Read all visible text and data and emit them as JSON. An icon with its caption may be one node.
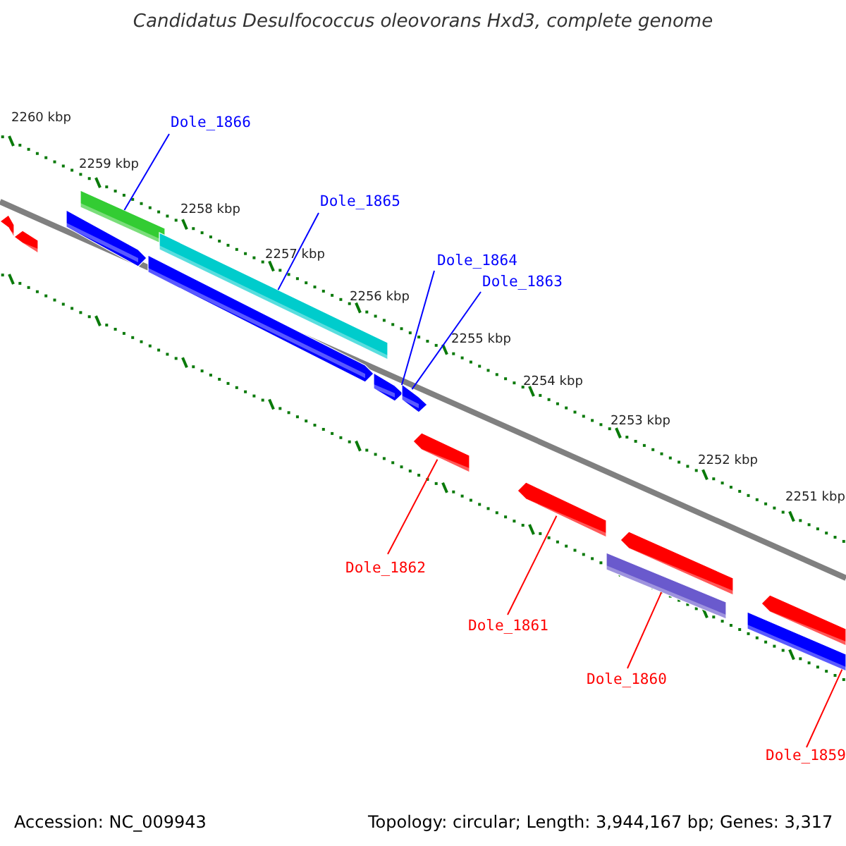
{
  "diagram": {
    "title": "Candidatus Desulfococcus oleovorans Hxd3, complete genome",
    "nodes": [
      {
        "text": [
          "Dole_1866"
        ]
      },
      {
        "text": [
          "Dole_1865"
        ]
      },
      {
        "text": [
          "Dole_1864"
        ]
      },
      {
        "text": [
          "Dole_1863"
        ]
      },
      {
        "text": [
          "Dole_1862"
        ]
      },
      {
        "text": [
          "Dole_1861"
        ]
      },
      {
        "text": [
          "Dole_1860"
        ]
      },
      {
        "text": [
          "Dole_1859"
        ]
      },
      {
        "text": [],
        "shape": "bar"
      },
      {
        "text": [],
        "shape": "bar"
      },
      {
        "text": [],
        "shape": "bar"
      },
      {
        "text": [],
        "shape": "bar"
      },
      {
        "text": [],
        "shape": "bar"
      },
      {
        "text": [],
        "shape": "bar"
      },
      {
        "text": [],
        "shape": "bar"
      },
      {
        "text": [],
        "shape": "bar"
      }
    ],
    "edges": [
      {
        "from": 0,
        "to": 8,
        "arrow": "none",
        "color": "#0000ff"
      },
      {
        "from": 1,
        "to": 9,
        "arrow": "none",
        "color": "#0000ff"
      },
      {
        "from": 2,
        "to": 10,
        "arrow": "none",
        "color": "#0000ff"
      },
      {
        "from": 3,
        "to": 11,
        "arrow": "none",
        "color": "#0000ff"
      },
      {
        "from": 4,
        "to": 12,
        "arrow": "none",
        "color": "#ff0000"
      },
      {
        "from": 5,
        "to": 13,
        "arrow": "none",
        "color": "#ff0000"
      },
      {
        "from": 6,
        "to": 14,
        "arrow": "none",
        "color": "#ff0000"
      },
      {
        "from": 7,
        "to": 15,
        "arrow": "none",
        "color": "#ff0000"
      }
    ],
    "labels": [
      "2260 kbp",
      "2259 kbp",
      "2258 kbp",
      "2257 kbp",
      "2256 kbp",
      "2255 kbp",
      "2254 kbp",
      "2253 kbp",
      "2252 kbp",
      "2251 kbp",
      "Accession: NC_009943",
      "Topology: circular; Length: 3,944,167 bp; Genes: 3,317"
    ]
  }
}
